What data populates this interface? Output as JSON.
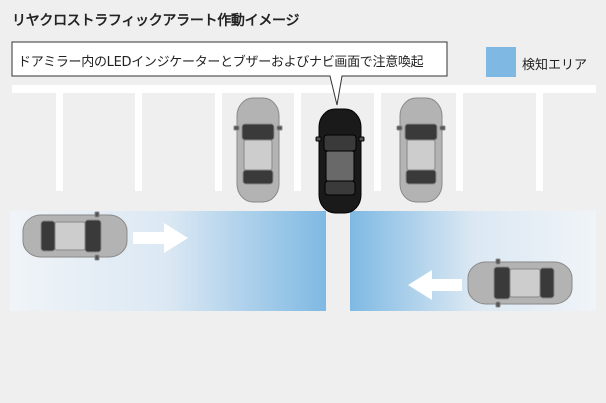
{
  "title": "リヤクロストラフィックアラート作動イメージ",
  "callout": "ドアミラー内のLEDインジケーターとブザーおよびナビ画面で注意喚起",
  "legend": {
    "label": "検知エリア",
    "color": "#7fb9e3"
  },
  "colors": {
    "background": "#efefef",
    "parking_lines": "#ffffff",
    "parked_car": "#b3b3b3",
    "own_car": "#1a1a1a",
    "arrow": "#ffffff",
    "detection_gradient_start": "#7fb9e3",
    "detection_gradient_end": "#f0f4f8"
  },
  "icons": [
    "parked-car-icon",
    "own-car-icon",
    "approaching-car-left-icon",
    "approaching-car-right-icon",
    "arrow-right-icon",
    "arrow-left-icon"
  ]
}
